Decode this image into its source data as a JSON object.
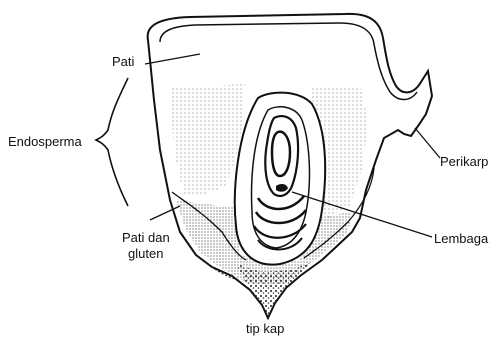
{
  "labels": {
    "pati": "Pati",
    "endosperma": "Endosperma",
    "pati_dan": "Pati dan",
    "gluten": "gluten",
    "perikarp": "Perikarp",
    "lembaga": "Lembaga",
    "tip_kap": "tip kap"
  },
  "colors": {
    "ink": "#111111",
    "dots": "#555555"
  }
}
